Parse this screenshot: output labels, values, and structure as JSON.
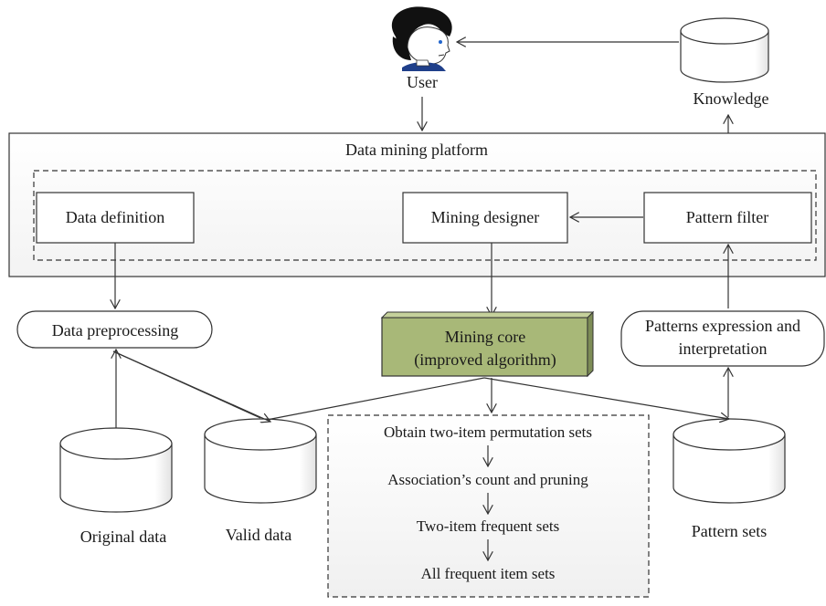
{
  "user": {
    "label": "User"
  },
  "knowledge": {
    "label": "Knowledge"
  },
  "platform": {
    "title": "Data mining platform",
    "data_definition": "Data definition",
    "mining_designer": "Mining designer",
    "pattern_filter": "Pattern filter"
  },
  "data_preprocessing": "Data preprocessing",
  "mining_core": {
    "line1": "Mining core",
    "line2": "(improved algorithm)",
    "color": "#a8b878"
  },
  "patterns_expression": {
    "line1": "Patterns expression and",
    "line2": "interpretation"
  },
  "databases": {
    "original": "Original data",
    "valid": "Valid data",
    "pattern_sets": "Pattern sets"
  },
  "steps": [
    "Obtain two-item permutation sets",
    "Association’s count and pruning",
    "Two-item frequent sets",
    "All frequent item sets"
  ],
  "icons": {
    "user": "user-face-icon"
  }
}
